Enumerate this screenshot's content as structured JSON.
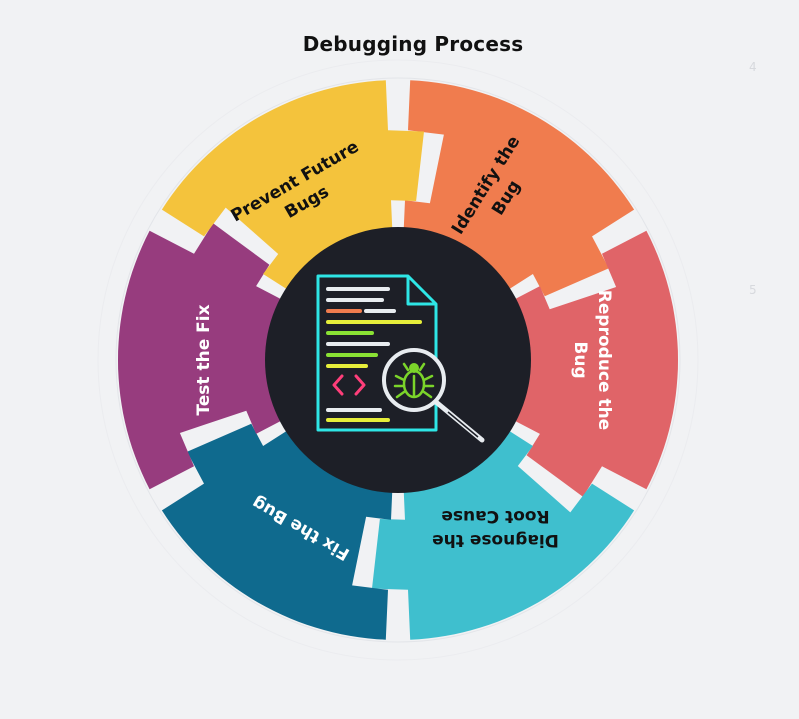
{
  "title": "Debugging Process",
  "side_numbers": [
    "4",
    "5"
  ],
  "steps": [
    {
      "lines": [
        "Identify the",
        "Bug"
      ],
      "color": "#f07c4e",
      "text_color": "#111111"
    },
    {
      "lines": [
        "Reproduce the",
        "Bug"
      ],
      "color": "#e06468",
      "text_color": "#ffffff"
    },
    {
      "lines": [
        "Diagnose the",
        "Root Cause"
      ],
      "color": "#3fbfce",
      "text_color": "#111111"
    },
    {
      "lines": [
        "Fix the Bug"
      ],
      "color": "#0f6a8e",
      "text_color": "#ffffff"
    },
    {
      "lines": [
        "Test the Fix"
      ],
      "color": "#973c7e",
      "text_color": "#ffffff"
    },
    {
      "lines": [
        "Prevent Future",
        "Bugs"
      ],
      "color": "#f4c33c",
      "text_color": "#111111"
    }
  ],
  "center": {
    "background": "#1d1f27",
    "icon": "document-bug-magnifier-icon"
  }
}
